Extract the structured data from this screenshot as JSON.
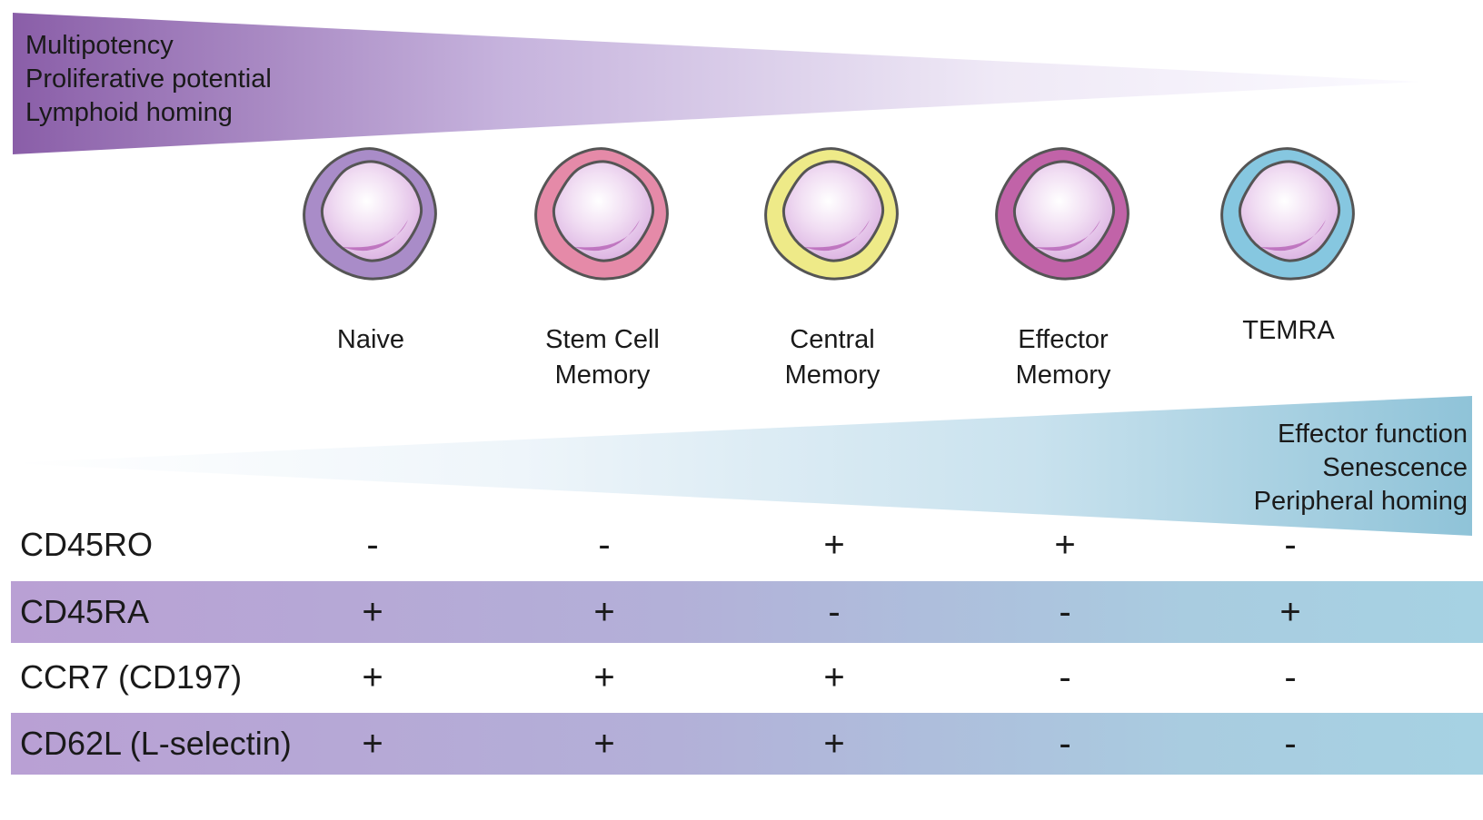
{
  "top_gradient": {
    "lines": [
      "Multipotency",
      "Proliferative potential",
      "Lymphoid homing"
    ],
    "color": "#8a5ea8"
  },
  "bottom_gradient": {
    "lines": [
      "Effector function",
      "Senescence",
      "Peripheral homing"
    ],
    "color": "#8fc3d8"
  },
  "cells": [
    {
      "label_lines": [
        "Naive"
      ],
      "outer_color": "#a98cc8",
      "icon": "naive-cell-icon"
    },
    {
      "label_lines": [
        "Stem Cell",
        "Memory"
      ],
      "outer_color": "#e58aa8",
      "icon": "stem-cell-memory-cell-icon"
    },
    {
      "label_lines": [
        "Central",
        "Memory"
      ],
      "outer_color": "#eeea88",
      "icon": "central-memory-cell-icon"
    },
    {
      "label_lines": [
        "Effector",
        "Memory"
      ],
      "outer_color": "#c163a8",
      "icon": "effector-memory-cell-icon"
    },
    {
      "label_lines": [
        "TEMRA"
      ],
      "outer_color": "#86c7e0",
      "icon": "temra-cell-icon"
    }
  ],
  "markers": [
    {
      "name": "CD45RO",
      "values": [
        "-",
        "-",
        "+",
        "+",
        "-"
      ],
      "shaded": false
    },
    {
      "name": "CD45RA",
      "values": [
        "+",
        "+",
        "-",
        "-",
        "+"
      ],
      "shaded": true
    },
    {
      "name": "CCR7 (CD197)",
      "values": [
        "+",
        "+",
        "+",
        "-",
        "-"
      ],
      "shaded": false
    },
    {
      "name": "CD62L (L-selectin)",
      "values": [
        "+",
        "+",
        "+",
        "-",
        "-"
      ],
      "shaded": true
    }
  ]
}
